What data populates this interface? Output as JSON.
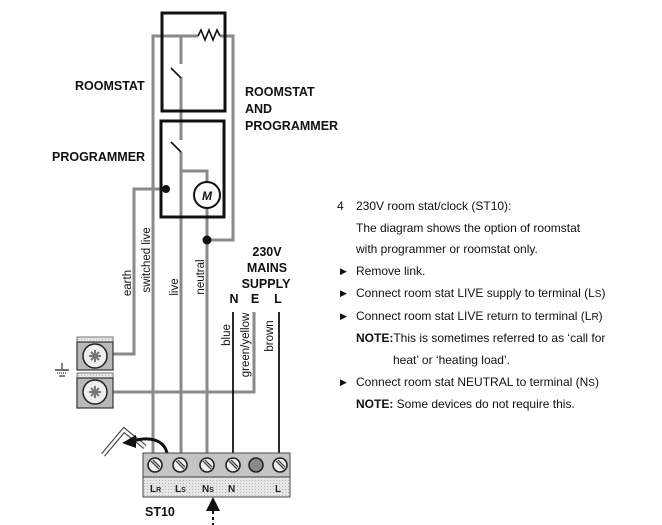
{
  "labels": {
    "roomstat": "ROOMSTAT",
    "roomstat_and_programmer": [
      "ROOMSTAT",
      "AND",
      "PROGRAMMER"
    ],
    "programmer": "PROGRAMMER",
    "motor": "M",
    "mains_supply": [
      "230V",
      "MAINS",
      "SUPPLY"
    ],
    "mains_terminals": [
      "N",
      "E",
      "L"
    ],
    "wires": {
      "earth": "earth",
      "switched_live": "switched live",
      "live": "live",
      "neutral": "neutral",
      "blue": "blue",
      "green_yellow": "green/yellow",
      "brown": "brown"
    },
    "terminal_strip": [
      {
        "main": "L",
        "sub": "R"
      },
      {
        "main": "L",
        "sub": "S"
      },
      {
        "main": "N",
        "sub": "S"
      },
      {
        "main": "N",
        "sub": ""
      },
      {
        "main": "",
        "sub": ""
      },
      {
        "main": "L",
        "sub": ""
      }
    ],
    "device": "ST10",
    "earth_symbol": "earth-ground-icon"
  },
  "instructions": {
    "step_number": "4",
    "heading": "230V room stat/clock (ST10):",
    "intro": [
      "The diagram shows the option of roomstat",
      "with programmer or roomstat only."
    ],
    "items": [
      {
        "type": "bullet",
        "text": "Remove link."
      },
      {
        "type": "bullet",
        "text": "Connect room stat LIVE supply to terminal (L",
        "sub": "S",
        "tail": ")"
      },
      {
        "type": "bullet",
        "text": "Connect room stat LIVE return to terminal (L",
        "sub": "R",
        "tail": ")"
      },
      {
        "type": "note",
        "label": "NOTE:",
        "text": "This is sometimes referred to as ‘call for"
      },
      {
        "type": "note-cont",
        "text": "heat’ or ‘heating load’."
      },
      {
        "type": "bullet",
        "text": "Connect room stat NEUTRAL to terminal (N",
        "sub": "S",
        "tail": ")"
      },
      {
        "type": "note",
        "label": "NOTE:",
        "text": " Some devices do not require this."
      }
    ],
    "bullet_glyph": "▶"
  },
  "colors": {
    "wire_grey": "#8a8a8a",
    "wire_black": "#111111",
    "terminal_fill": "#c8c8c8",
    "terminal_label_fill": "#e2e2e2"
  }
}
